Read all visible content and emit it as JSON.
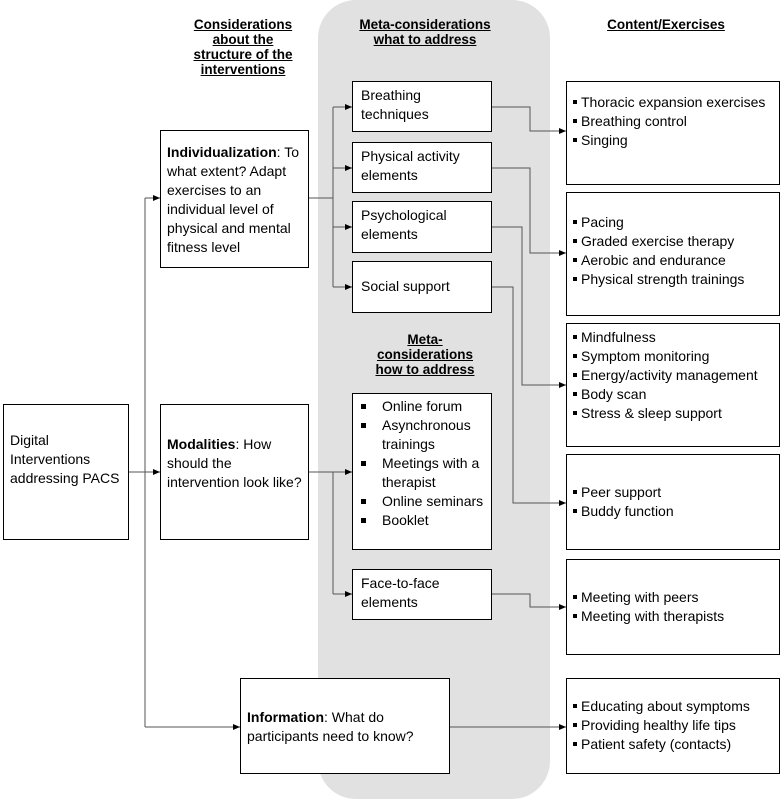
{
  "headers": {
    "structure": "Considerations about the structure of the interventions",
    "meta_what": "Meta-considerations what to address",
    "meta_how": "Meta-considerations how to address",
    "content": "Content/Exercises"
  },
  "root": {
    "label": "Digital Interventions addressing PACS"
  },
  "individualization": {
    "title": "Individualization",
    "text": ": To what extent? Adapt exercises to an individual level of physical and mental fitness level"
  },
  "modalities": {
    "title": "Modalities",
    "text": ": How should the intervention look like?"
  },
  "information": {
    "title": "Information",
    "text": ": What do participants need to know?"
  },
  "meta_what_items": [
    "Breathing techniques",
    "Physical activity elements",
    "Psychological elements",
    "Social support"
  ],
  "meta_how_list": [
    "Online forum",
    "Asynchronous trainings",
    "Meetings with a therapist",
    "Online seminars",
    "Booklet"
  ],
  "face_to_face": "Face-to-face elements",
  "content": {
    "breathing": [
      "Thoracic expansion exercises",
      "Breathing control",
      "Singing"
    ],
    "physical": [
      "Pacing",
      "Graded exercise therapy",
      "Aerobic and endurance",
      "Physical strength trainings"
    ],
    "psychological": [
      "Mindfulness",
      "Symptom monitoring",
      "Energy/activity management",
      "Body scan",
      "Stress & sleep support"
    ],
    "social": [
      "Peer support",
      "Buddy function"
    ],
    "face": [
      "Meeting with peers",
      "Meeting with therapists"
    ],
    "information": [
      "Educating about symptoms",
      "Providing healthy life tips",
      "Patient safety (contacts)"
    ]
  }
}
